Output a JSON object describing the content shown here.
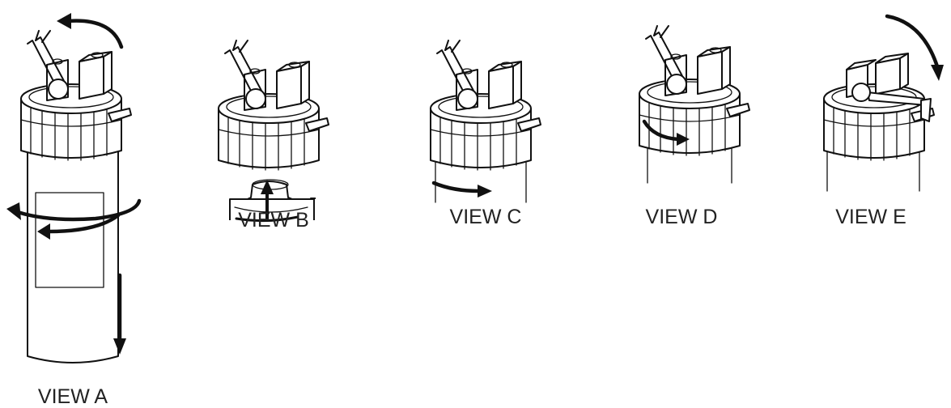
{
  "views": [
    {
      "id": "a",
      "label": "VIEW A"
    },
    {
      "id": "b",
      "label": "VIEW B"
    },
    {
      "id": "c",
      "label": "VIEW C"
    },
    {
      "id": "d",
      "label": "VIEW D"
    },
    {
      "id": "e",
      "label": "VIEW E"
    }
  ]
}
